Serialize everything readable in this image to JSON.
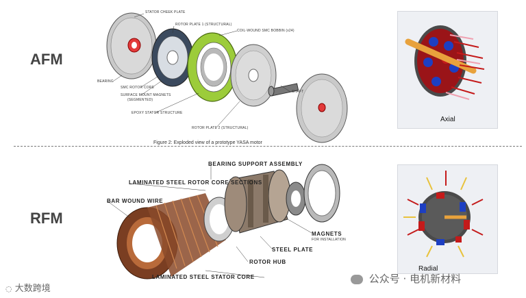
{
  "rows": {
    "afm_label": "AFM",
    "rfm_label": "RFM"
  },
  "afm_figure": {
    "labels": {
      "stator_cheek_plate": "STATOR CHEEK PLATE",
      "rotor_plate_1": "ROTOR PLATE 1 (STRUCTURAL)",
      "coil_wound": "COIL-WOUND SMC BOBBIN (x24)",
      "bearing": "BEARING",
      "smc_rotor_core": "SMC ROTOR CORE",
      "surface_mount_magnets": "SURFACE MOUNT MAGNETS",
      "segmented": "(SEGMENTED)",
      "shaft": "SHAFT",
      "epoxy_stator": "EPOXY STATOR STRUCTURE",
      "rotor_plate_2": "ROTOR PLATE 2 (STRUCTURAL)"
    },
    "caption": "Figure 2: Exploded view of a prototype YASA motor"
  },
  "rfm_figure": {
    "labels": {
      "bearing_support": "BEARING SUPPORT ASSEMBLY",
      "laminated_rotor": "LAMINATED STEEL ROTOR CORE SECTIONS",
      "bar_wound": "BAR WOUND WIRE",
      "magnets": "MAGNETS",
      "magnets_sub": "FOR INSTALLATION",
      "steel_plate": "STEEL PLATE",
      "rotor_hub": "ROTOR HUB",
      "laminated_stator": "LAMINATED STEEL STATOR CORE"
    }
  },
  "panels": {
    "axial_label": "Axial",
    "radial_label": "Radial"
  },
  "watermarks": {
    "left": "大数跨境",
    "right": "公众号 · 电机新材料"
  },
  "colors": {
    "magnet_red": "#b0151a",
    "magnet_blue": "#1d3fc2",
    "shaft_orange": "#e8a23c",
    "coil_green": "#9ccc3a",
    "copper": "#8a4a2a"
  }
}
